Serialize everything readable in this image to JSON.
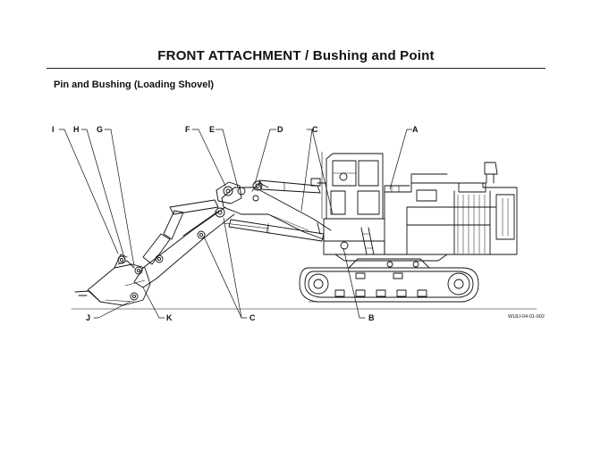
{
  "header": {
    "title": "FRONT ATTACHMENT / Bushing and Point",
    "subtitle": "Pin and Bushing (Loading Shovel)"
  },
  "diagram": {
    "labels": {
      "I": "I",
      "H": "H",
      "G": "G",
      "F": "F",
      "E": "E",
      "D": "D",
      "C_top": "C",
      "A": "A",
      "J": "J",
      "K": "K",
      "C_bottom": "C",
      "B": "B"
    },
    "figure_code": "W18J-04-01-002"
  }
}
